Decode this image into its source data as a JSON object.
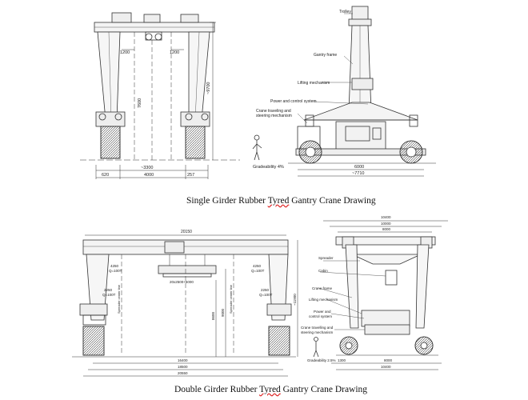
{
  "top": {
    "caption_pre": "Single Girder Rubber ",
    "caption_under": "Tyred",
    "caption_post": " Gantry Crane Drawing",
    "front": {
      "dims_1200_left": "1200",
      "dims_1200_right": "1200",
      "height_7600": "7600",
      "height_total": "~9700",
      "bottom_left": "620",
      "bottom_mid": "4000",
      "bottom_right": "257",
      "track_width": "~3300"
    },
    "side": {
      "labels": [
        "Trolley",
        "Gantry frame",
        "Lifting mechanism",
        "Power and control system",
        "Crane traveling and",
        "steering mechanism"
      ],
      "gradeability": "Gradeability 4%",
      "wheelbase": "6000",
      "overall": "~7710"
    }
  },
  "bottom": {
    "caption_pre": "Double Girder Rubber ",
    "caption_under": "Tyred",
    "caption_post": " Gantry Crane Drawing",
    "front": {
      "top_dim": "20150",
      "left_hook_a": "4250",
      "left_hook_b": "Q=100T",
      "right_hook_a": "4250",
      "right_hook_b": "Q=100T",
      "left_low_a": "2250",
      "left_low_b": "Q=100T",
      "right_low_a": "2250",
      "right_low_b": "Q=100T",
      "spreader_dim": "20x2500+5000",
      "height_a": "8600",
      "height_b": "9000",
      "height_total": "~11900",
      "center_line_label": "Spreader center line",
      "bottom_a": "16400",
      "bottom_b": "18500",
      "bottom_c": "20550"
    },
    "side": {
      "top_a": "10400",
      "top_b": "10000",
      "top_c": "8000",
      "labels": [
        "Spreader",
        "Cabin",
        "Crane frame",
        "Lifting mechanism",
        "Power and",
        "control system",
        "Crane travelling and",
        "steering mechanism"
      ],
      "gradeability": "Gradeability 2.5%",
      "bottom_a": "1300",
      "bottom_b": "8000",
      "bottom_c": "10400"
    }
  }
}
